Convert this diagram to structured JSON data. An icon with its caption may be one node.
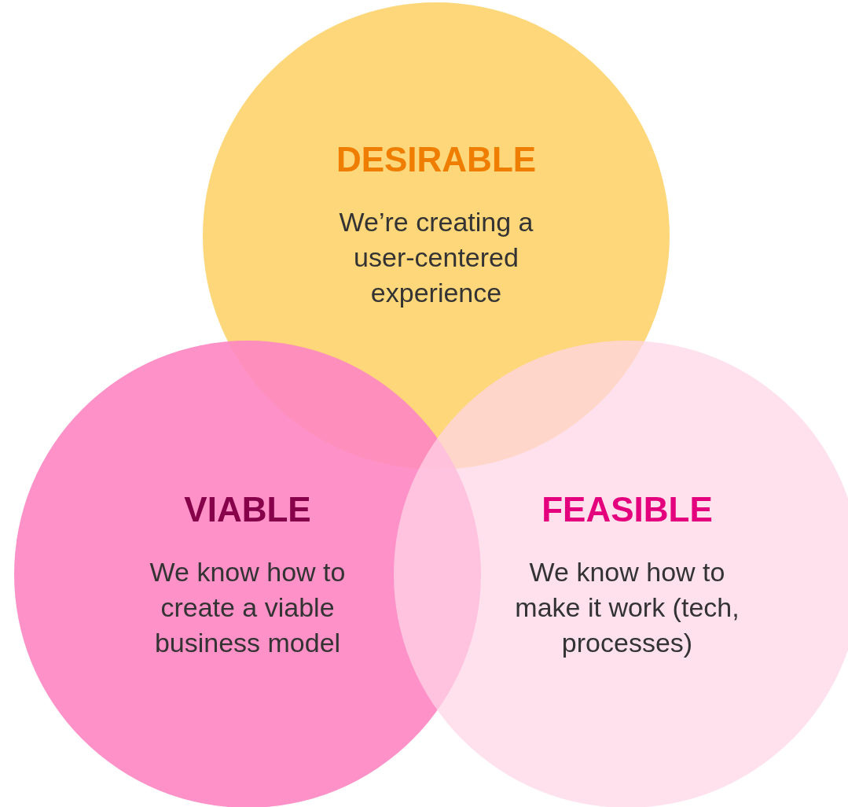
{
  "diagram": {
    "nodes": [
      {
        "text": [
          "DESIRABLE",
          "We’re creating a user-centered experience"
        ]
      },
      {
        "text": [
          "VIABLE",
          "We know how to create a viable business model"
        ]
      },
      {
        "text": [
          "FEASIBLE",
          "We know how to make it work (tech, processes)"
        ]
      }
    ]
  }
}
